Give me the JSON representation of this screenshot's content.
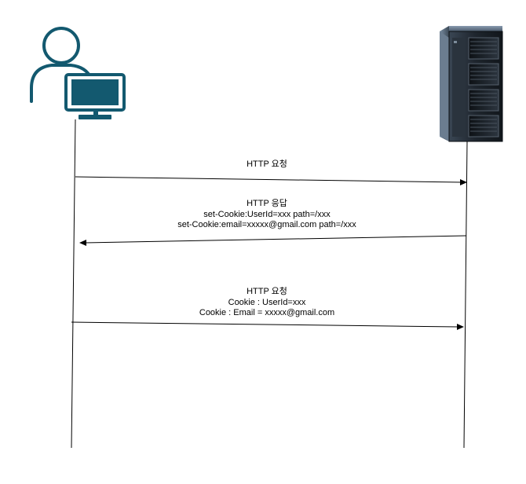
{
  "colors": {
    "client_icon": "#13596f",
    "line": "#000000",
    "server_dark": "#1c2229",
    "server_light": "#5f6f82"
  },
  "icons": {
    "client": "user-with-monitor-icon",
    "server": "server-rack-icon"
  },
  "messages": [
    {
      "direction": "client-to-server",
      "lines": [
        "HTTP 요청"
      ]
    },
    {
      "direction": "server-to-client",
      "lines": [
        "HTTP 응답",
        "set-Cookie:UserId=xxx path=/xxx",
        "set-Cookie:email=xxxxx@gmail.com path=/xxx"
      ]
    },
    {
      "direction": "client-to-server",
      "lines": [
        "HTTP 요청",
        "Cookie : UserId=xxx",
        "Cookie : Email = xxxxx@gmail.com"
      ]
    }
  ]
}
